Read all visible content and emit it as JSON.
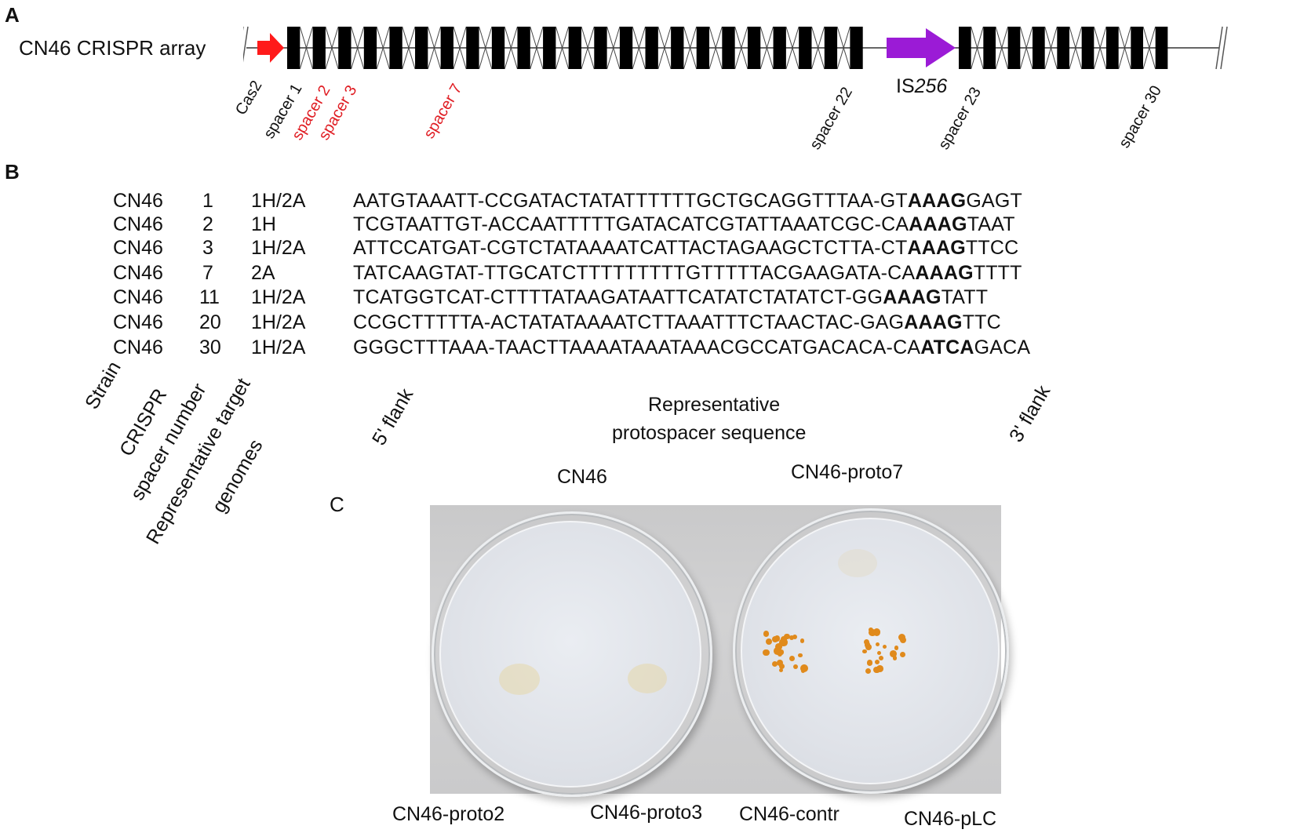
{
  "panelA": {
    "letter": "A",
    "title": "CN46 CRISPR array",
    "labels": [
      {
        "text": "Cas2",
        "color": "black"
      },
      {
        "text": "spacer 1",
        "color": "black"
      },
      {
        "text": "spacer 2",
        "color": "red"
      },
      {
        "text": "spacer 3",
        "color": "red"
      },
      {
        "text": "spacer 7",
        "color": "red"
      },
      {
        "text": "spacer 22",
        "color": "black"
      },
      {
        "text": "spacer 23",
        "color": "black"
      },
      {
        "text": "spacer 30",
        "color": "black"
      }
    ],
    "is_label_prefix": "IS",
    "is_label_number": "256",
    "colors": {
      "cas2": "#ff1a1a",
      "is256": "#9b1bd6",
      "spacer": "#000000"
    }
  },
  "panelB": {
    "letter": "B",
    "rows": [
      {
        "strain": "CN46",
        "spacer": "1",
        "target": "1H/2A",
        "pre": "AATGTAAATT-CCGATACTATATTTTTTGCTGCAGGTTTAA-GT",
        "pam": "AAAG",
        "post": "GAGT"
      },
      {
        "strain": "CN46",
        "spacer": "2",
        "target": "1H",
        "pre": "TCGTAATTGT-ACCAATTTTTGATACATCGTATTAAATCGC-CA",
        "pam": "AAAG",
        "post": "TAAT"
      },
      {
        "strain": "CN46",
        "spacer": "3",
        "target": "1H/2A",
        "pre": "ATTCCATGAT-CGTCTATAAAATCATTACTAGAAGCTCTTA-CT",
        "pam": "AAAG",
        "post": "TTCC"
      },
      {
        "strain": "CN46",
        "spacer": "7",
        "target": "2A",
        "pre": "TATCAAGTAT-TTGCATCTTTTTTTTTGTTTTTACGAAGATA-CA",
        "pam": "AAAG",
        "post": "TTTT"
      },
      {
        "strain": "CN46",
        "spacer": "11",
        "target": "1H/2A",
        "pre": "TCATGGTCAT-CTTTTATAAGATAATTCATATCTATATCT-GG",
        "pam": "AAAG",
        "post": "TATT"
      },
      {
        "strain": "CN46",
        "spacer": "20",
        "target": "1H/2A",
        "pre": "CCGCTTTTTA-ACTATATAAAATCTTAAATTTCTAACTAC-GAG",
        "pam": "AAAG",
        "post": "TTC"
      },
      {
        "strain": "CN46",
        "spacer": "30",
        "target": "1H/2A",
        "pre": "GGGCTTTAAA-TAACTTAAAATAAATAAACGCCATGACACA-CA",
        "pam": "ATCA",
        "post": "GACA"
      }
    ],
    "col_strain": "Strain",
    "col_spacer_1": "CRISPR",
    "col_spacer_2": "spacer number",
    "col_target_1": "Representative target",
    "col_target_2": "genomes",
    "col_5flank": "5' flank",
    "col_3flank": "3' flank",
    "col_proto_1": "Representative",
    "col_proto_2": "protospacer sequence"
  },
  "panelC": {
    "letter": "C",
    "top_left": "CN46",
    "top_right": "CN46-proto7",
    "bottom": [
      "CN46-proto2",
      "CN46-proto3",
      "CN46-contr",
      "CN46-pLC"
    ]
  }
}
